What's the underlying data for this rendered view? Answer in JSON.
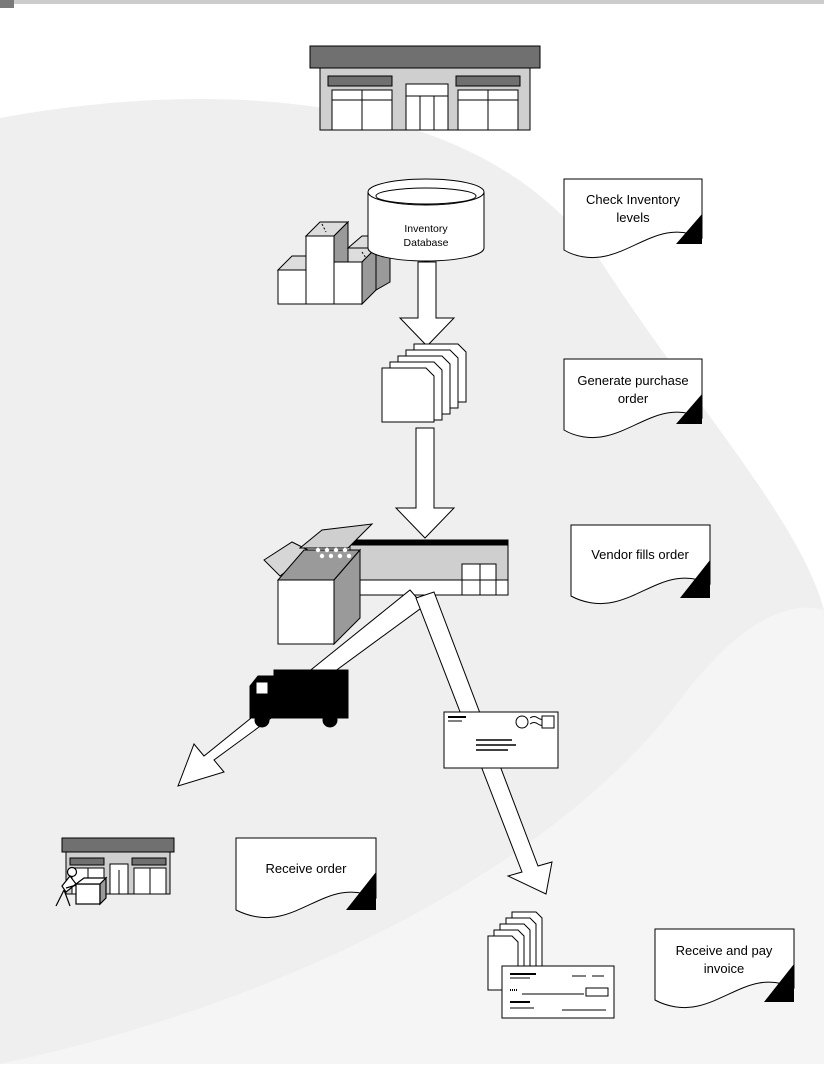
{
  "labels": {
    "inventory_db": [
      "Inventory",
      "Database"
    ],
    "check_inventory": [
      "Check Inventory",
      "levels"
    ],
    "generate_po": [
      "Generate purchase",
      "order"
    ],
    "vendor_fills": [
      "Vendor fills order"
    ],
    "receive_order": [
      "Receive order"
    ],
    "receive_pay": [
      "Receive and pay",
      "invoice"
    ]
  },
  "colors": {
    "background_light": "#efefef",
    "background_white": "#ffffff",
    "roof_dark": "#707070",
    "wall_gray": "#cfcfcf",
    "box_side": "#9a9a9a",
    "truck": "#000000",
    "line": "#000000"
  }
}
